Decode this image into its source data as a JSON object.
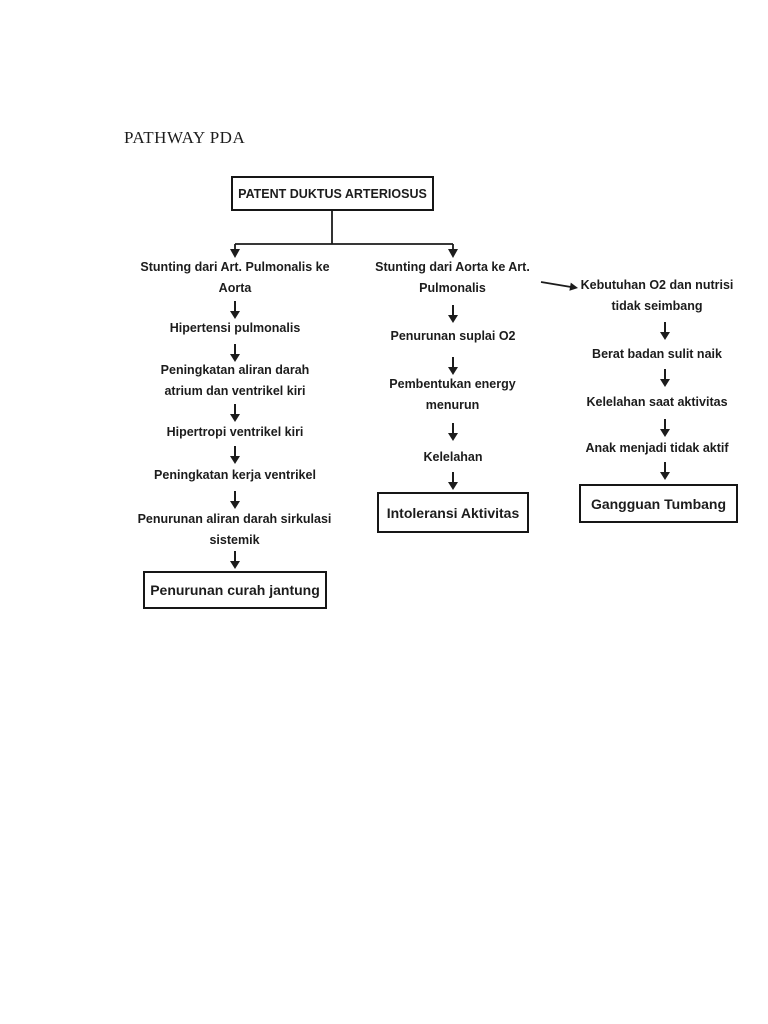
{
  "page": {
    "title": "PATHWAY PDA"
  },
  "flowchart": {
    "root": "PATENT DUKTUS ARTERIOSUS",
    "left_branch": {
      "steps": [
        "Stunting dari Art. Pulmonalis ke Aorta",
        "Hipertensi pulmonalis",
        "Peningkatan aliran darah atrium dan ventrikel kiri",
        "Hipertropi ventrikel kiri",
        "Peningkatan kerja ventrikel",
        "Penurunan aliran darah sirkulasi sistemik"
      ],
      "outcome": "Penurunan curah jantung"
    },
    "middle_branch": {
      "steps": [
        "Stunting dari Aorta ke Art. Pulmonalis",
        "Penurunan suplai O2",
        "Pembentukan energy menurun",
        "Kelelahan"
      ],
      "outcome": "Intoleransi Aktivitas"
    },
    "right_branch": {
      "steps": [
        "Kebutuhan O2 dan nutrisi tidak seimbang",
        "Berat badan sulit naik",
        "Kelelahan saat aktivitas",
        "Anak menjadi tidak aktif"
      ],
      "outcome": "Gangguan Tumbang"
    },
    "colors": {
      "ink": "#1c1c1c",
      "background": "#ffffff"
    }
  }
}
